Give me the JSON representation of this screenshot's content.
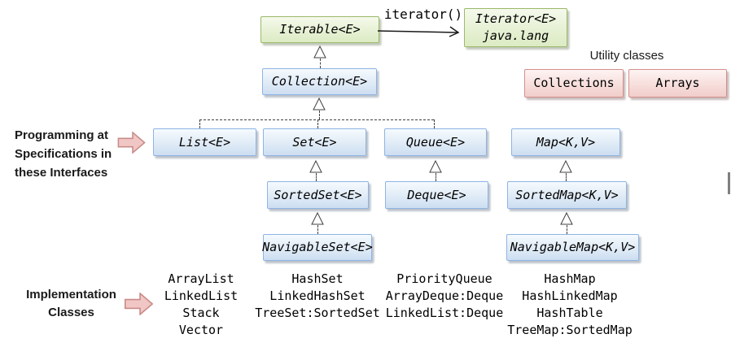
{
  "diagram": {
    "labels": {
      "iterator_method": "iterator()",
      "utility_classes": "Utility classes",
      "programming": [
        "Programming at",
        "Specifications in",
        "these Interfaces"
      ],
      "implementation": [
        "Implementation",
        "Classes"
      ]
    },
    "interfaces": {
      "iterable": "Iterable<E>",
      "iterator": "Iterator<E>",
      "iterator_package": "java.lang",
      "collection": "Collection<E>",
      "list": "List<E>",
      "set": "Set<E>",
      "queue": "Queue<E>",
      "map": "Map<K,V>",
      "sorted_set": "SortedSet<E>",
      "deque": "Deque<E>",
      "sorted_map": "SortedMap<K,V>",
      "navigable_set": "NavigableSet<E>",
      "navigable_map": "NavigableMap<K,V>"
    },
    "utility": {
      "collections": "Collections",
      "arrays": "Arrays"
    },
    "implementations": {
      "list": [
        "ArrayList",
        "LinkedList",
        "Stack",
        "Vector"
      ],
      "set": [
        "HashSet",
        "LinkedHashSet",
        "TreeSet:SortedSet"
      ],
      "queue": [
        "PriorityQueue",
        "ArrayDeque:Deque",
        "LinkedList:Deque"
      ],
      "map": [
        "HashMap",
        "HashLinkedMap",
        "HashTable",
        "TreeMap:SortedMap"
      ]
    },
    "colors": {
      "interface_fill": "#cddef1",
      "interface_border": "#8eb4e3",
      "lang_fill": "#dcebc4",
      "lang_border": "#9cb96a",
      "utility_fill": "#f1cdca",
      "utility_border": "#d38f8d",
      "block_arrow_fill": "#f1c7c5",
      "block_arrow_border": "#c98b89",
      "connector": "#404040"
    }
  }
}
